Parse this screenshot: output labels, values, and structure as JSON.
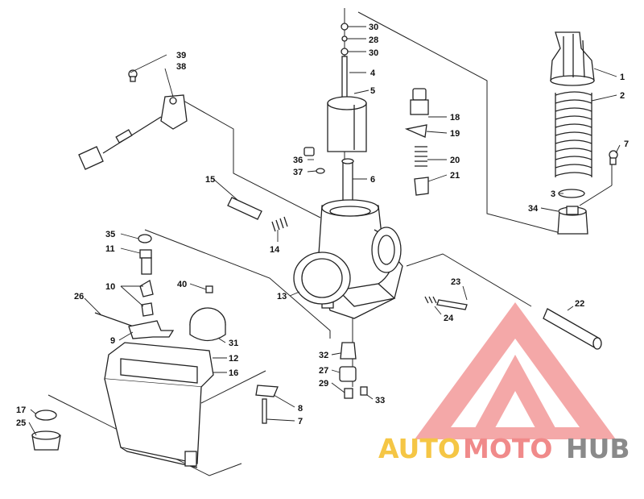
{
  "callouts": [
    {
      "id": "c1",
      "label": "1"
    },
    {
      "id": "c2",
      "label": "2"
    },
    {
      "id": "c3",
      "label": "3"
    },
    {
      "id": "c4",
      "label": "4"
    },
    {
      "id": "c5",
      "label": "5"
    },
    {
      "id": "c6",
      "label": "6"
    },
    {
      "id": "c7a",
      "label": "7"
    },
    {
      "id": "c7b",
      "label": "7"
    },
    {
      "id": "c8",
      "label": "8"
    },
    {
      "id": "c9",
      "label": "9"
    },
    {
      "id": "c10",
      "label": "10"
    },
    {
      "id": "c11",
      "label": "11"
    },
    {
      "id": "c12",
      "label": "12"
    },
    {
      "id": "c13",
      "label": "13"
    },
    {
      "id": "c14",
      "label": "14"
    },
    {
      "id": "c15",
      "label": "15"
    },
    {
      "id": "c16",
      "label": "16"
    },
    {
      "id": "c17",
      "label": "17"
    },
    {
      "id": "c18",
      "label": "18"
    },
    {
      "id": "c19",
      "label": "19"
    },
    {
      "id": "c20",
      "label": "20"
    },
    {
      "id": "c21",
      "label": "21"
    },
    {
      "id": "c22",
      "label": "22"
    },
    {
      "id": "c23",
      "label": "23"
    },
    {
      "id": "c24",
      "label": "24"
    },
    {
      "id": "c25",
      "label": "25"
    },
    {
      "id": "c26",
      "label": "26"
    },
    {
      "id": "c27",
      "label": "27"
    },
    {
      "id": "c28",
      "label": "28"
    },
    {
      "id": "c29",
      "label": "29"
    },
    {
      "id": "c30a",
      "label": "30"
    },
    {
      "id": "c30b",
      "label": "30"
    },
    {
      "id": "c31",
      "label": "31"
    },
    {
      "id": "c32",
      "label": "32"
    },
    {
      "id": "c33",
      "label": "33"
    },
    {
      "id": "c34",
      "label": "34"
    },
    {
      "id": "c35",
      "label": "35"
    },
    {
      "id": "c36",
      "label": "36"
    },
    {
      "id": "c37",
      "label": "37"
    },
    {
      "id": "c38",
      "label": "38"
    },
    {
      "id": "c39",
      "label": "39"
    },
    {
      "id": "c40",
      "label": "40"
    }
  ],
  "watermark": {
    "part1": "AUTO",
    "part2": "MOTO",
    "part3": "HUB",
    "color_yellow": "#f5c645",
    "color_red": "#f08a8a",
    "color_gray": "#8a8a8a"
  },
  "colors": {
    "line": "#222222",
    "background": "#ffffff"
  }
}
